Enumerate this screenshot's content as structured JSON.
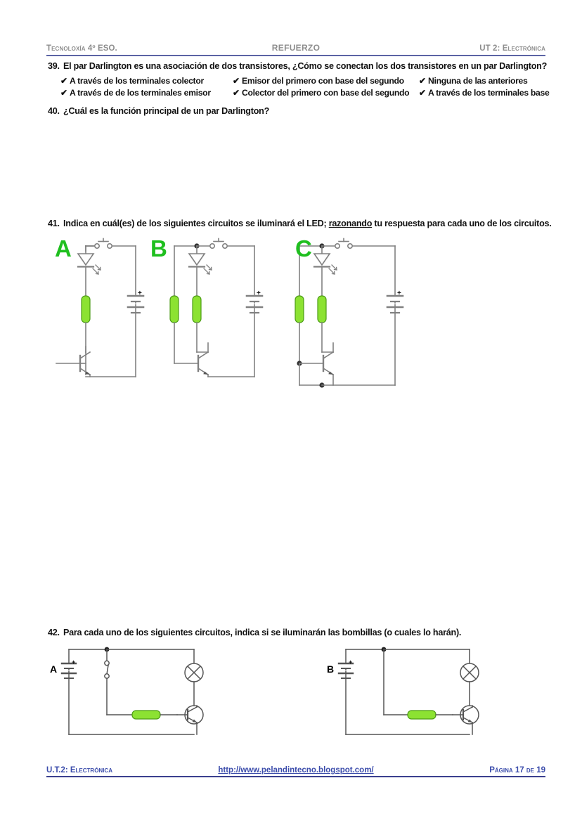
{
  "header": {
    "left": "Tecnoloxía 4º ESO.",
    "center": "REFUERZO",
    "right": "UT 2: Electrónica"
  },
  "questions": [
    {
      "number": "39.",
      "text": "El par Darlington es una asociación de dos transistores, ¿Cómo se conectan los dos transistores en un par Darlington?",
      "options": [
        "A través de los terminales colector",
        "Emisor del primero con base del segundo",
        "Ninguna de las anteriores",
        "A través de de los terminales emisor",
        "Colector del primero con base del segundo",
        "A través de los terminales base"
      ],
      "check_glyph": "✔"
    },
    {
      "number": "40.",
      "text": "¿Cuál es la función principal de un par Darlington?"
    },
    {
      "number": "41.",
      "text_before": "Indica en cuál(es) de los siguientes circuitos se iluminará el LED; ",
      "text_underlined": "razonando",
      "text_after": " tu respuesta para cada uno de los circuitos."
    },
    {
      "number": "42.",
      "text": "Para cada uno de los siguientes circuitos, indica si se iluminarán las bombillas (o cuales lo harán)."
    }
  ],
  "circuits_q41": {
    "labels": [
      "A",
      "B",
      "C"
    ],
    "label_color": "#1fbf1f",
    "components": {
      "led": "led-symbol",
      "resistor": "resistor-symbol",
      "transistor": "npn-transistor-symbol",
      "battery": "battery-symbol",
      "switch": "pushbutton-switch-symbol",
      "junction": "junction-dot"
    },
    "resistor_fill": "#8ce232",
    "wire_color": "#808080"
  },
  "circuits_q42": {
    "labels": [
      "A",
      "B"
    ],
    "label_color": "#000000",
    "components": {
      "lamp": "lamp-symbol",
      "resistor": "resistor-symbol",
      "transistor": "npn-transistor-circle-symbol",
      "battery": "battery-symbol",
      "switch": "lever-switch-symbol",
      "junction": "junction-dot"
    },
    "resistor_fill": "#8ce232",
    "wire_color": "#555555"
  },
  "footer": {
    "left": "U.T.2: Electrónica",
    "center": "http://www.pelandintecno.blogspot.com/",
    "right_prefix": "Página",
    "page_number": "17",
    "right_de": "de",
    "total_pages": "19",
    "color": "#3b4cab"
  }
}
